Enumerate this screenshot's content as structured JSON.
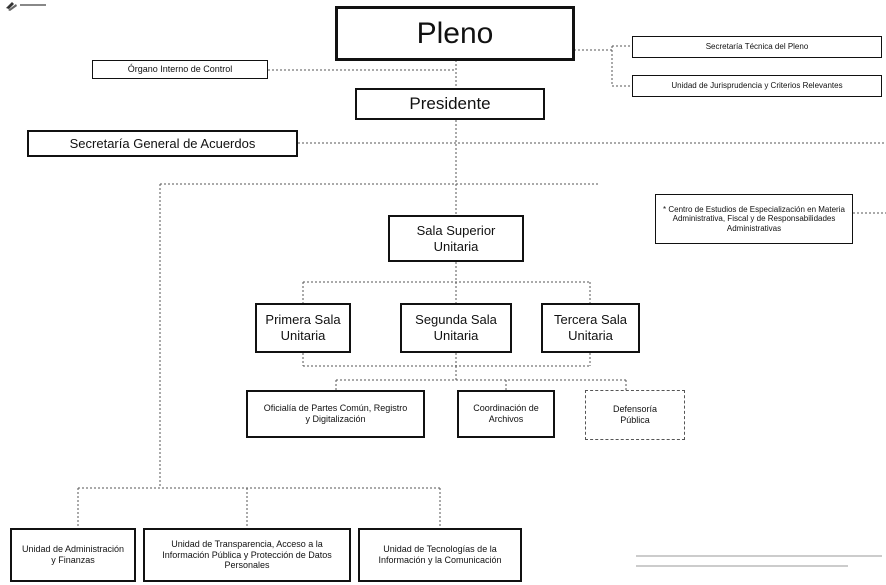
{
  "nodes": {
    "pleno": "Pleno",
    "secretaria_tecnica": "Secretaría Técnica del Pleno",
    "unidad_jurisprudencia": "Unidad de Jurisprudencia y Criterios Relevantes",
    "organo_interno": "Órgano Interno de Control",
    "presidente": "Presidente",
    "secretaria_general": "Secretaría General de Acuerdos",
    "centro_estudios": "* Centro de Estudios de Especialización en Materia Administrativa, Fiscal y de Responsabilidades Administrativas",
    "sala_superior": "Sala Superior Unitaria",
    "primera_sala": "Primera Sala Unitaria",
    "segunda_sala": "Segunda Sala Unitaria",
    "tercera_sala": "Tercera Sala Unitaria",
    "oficialia": "Oficialía de Partes Común, Registro y Digitalización",
    "coordinacion_archivos": "Coordinación de Archivos",
    "defensoria": "Defensoría Pública",
    "unidad_administracion": "Unidad de Administración y Finanzas",
    "unidad_transparencia": "Unidad de Transparencia, Acceso a la Información Pública y Protección de Datos Personales",
    "unidad_tecnologias": "Unidad de Tecnologías de la Información y la Comunicación"
  }
}
